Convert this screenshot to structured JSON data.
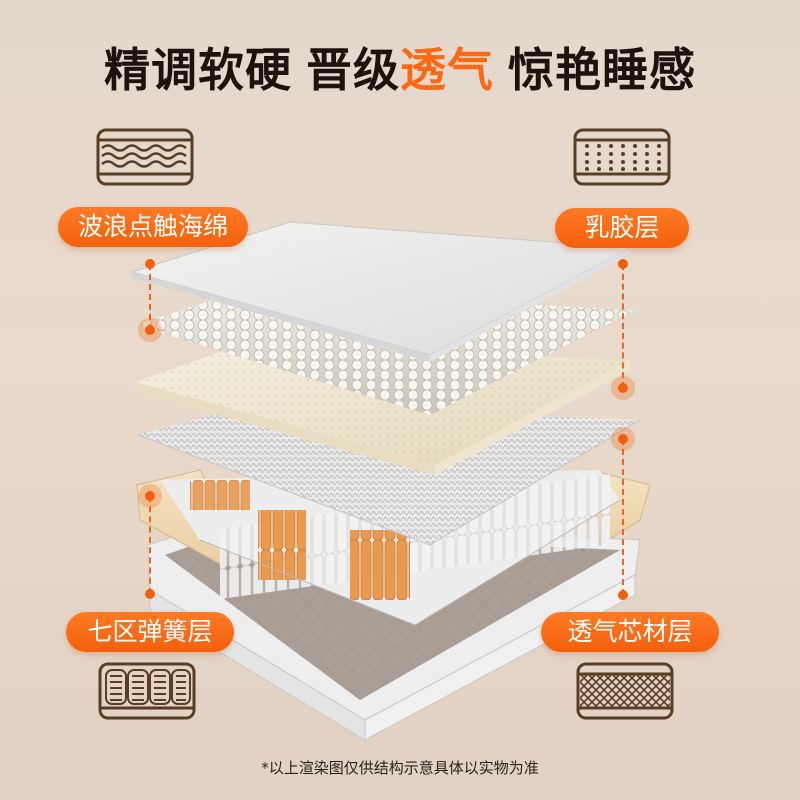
{
  "headline": {
    "part1": "精调软硬",
    "part2a": "晋级",
    "part2b_highlight": "透气",
    "part3": "惊艳睡感",
    "highlight_color": "#fb6a12",
    "text_color": "#1d120d"
  },
  "layers": {
    "wave_foam": {
      "label": "波浪点触海绵",
      "icon": "wave-lines-icon"
    },
    "latex": {
      "label": "乳胶层",
      "icon": "dot-grid-icon"
    },
    "springs": {
      "label": "七区弹簧层",
      "icon": "pocket-spring-icon"
    },
    "breathable_core": {
      "label": "透气芯材层",
      "icon": "crosshatch-mesh-icon"
    }
  },
  "colors": {
    "pill": "#f4600b",
    "icon_stroke": "#5a3e24",
    "background": "#e6d8cb"
  },
  "footnote": "*以上渲染图仅供结构示意具体以实物为准"
}
